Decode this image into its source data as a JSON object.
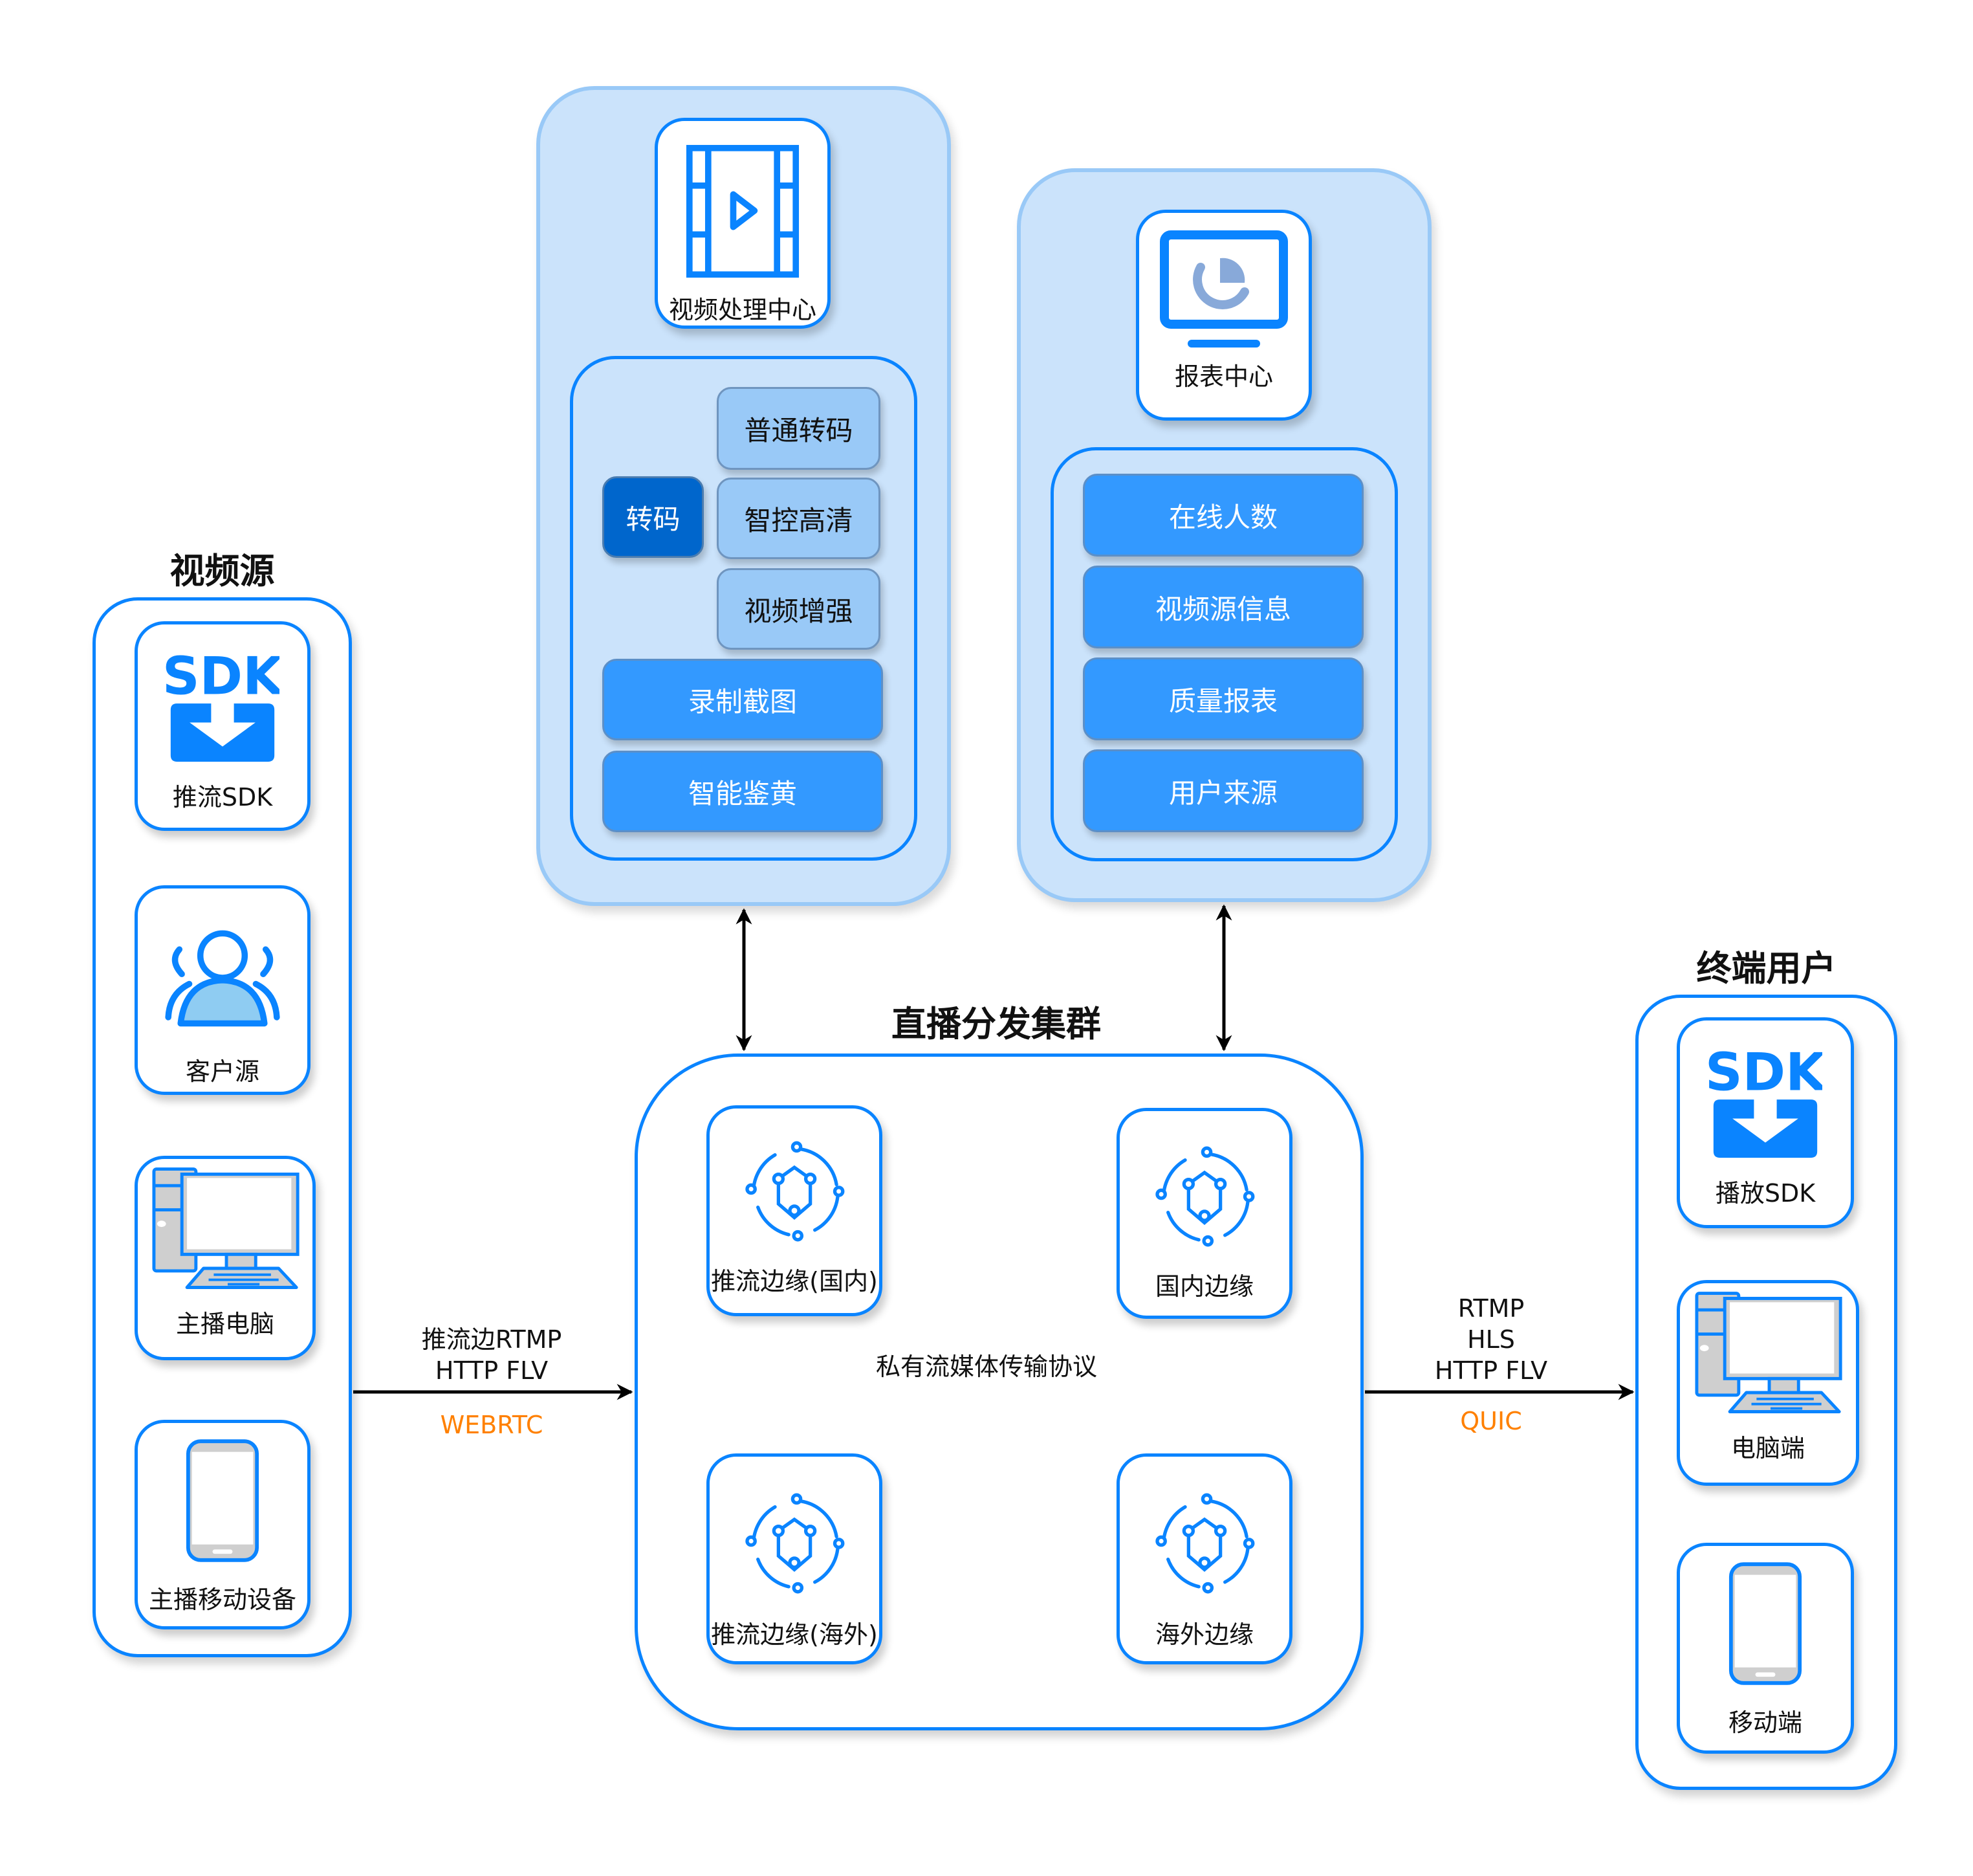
{
  "colors": {
    "accent_blue": "#0A84FF",
    "panel_fill": "#CBE3FB",
    "panel_border": "#99C9F7",
    "button_blue": "#3399FF",
    "button_light": "#99C9F7",
    "button_dark": "#0066CC",
    "protocol_orange": "#FF8000"
  },
  "video_source": {
    "title": "视频源",
    "items": [
      {
        "label": "推流SDK",
        "icon": "sdk-download-icon",
        "icon_text": "SDK"
      },
      {
        "label": "客户源",
        "icon": "users-group-icon"
      },
      {
        "label": "主播电脑",
        "icon": "desktop-computer-icon"
      },
      {
        "label": "主播移动设备",
        "icon": "mobile-phone-icon"
      }
    ]
  },
  "video_processing": {
    "title": "视频处理中心",
    "icon": "video-film-play-icon",
    "transcode": {
      "label": "转码",
      "options": [
        "普通转码",
        "智控高清",
        "视频增强"
      ]
    },
    "features": [
      "录制截图",
      "智能鉴黄"
    ]
  },
  "report_center": {
    "title": "报表中心",
    "icon": "monitor-pie-chart-icon",
    "items": [
      "在线人数",
      "视频源信息",
      "质量报表",
      "用户来源"
    ]
  },
  "cluster": {
    "title": "直播分发集群",
    "nodes": [
      {
        "label": "推流边缘(国内)",
        "icon": "network-hexagon-icon"
      },
      {
        "label": "国内边缘",
        "icon": "network-hexagon-icon"
      },
      {
        "label": "推流边缘(海外)",
        "icon": "network-hexagon-icon"
      },
      {
        "label": "海外边缘",
        "icon": "network-hexagon-icon"
      }
    ],
    "internal_protocol": "私有流媒体传输协议"
  },
  "ingest_protocols": {
    "lines": [
      "推流边RTMP",
      "HTTP FLV"
    ],
    "highlight": "WEBRTC"
  },
  "delivery_protocols": {
    "lines": [
      "RTMP",
      "HLS",
      "HTTP FLV"
    ],
    "highlight": "QUIC"
  },
  "end_users": {
    "title": "终端用户",
    "items": [
      {
        "label": "播放SDK",
        "icon": "sdk-download-icon",
        "icon_text": "SDK"
      },
      {
        "label": "电脑端",
        "icon": "desktop-computer-icon"
      },
      {
        "label": "移动端",
        "icon": "mobile-phone-icon"
      }
    ]
  }
}
